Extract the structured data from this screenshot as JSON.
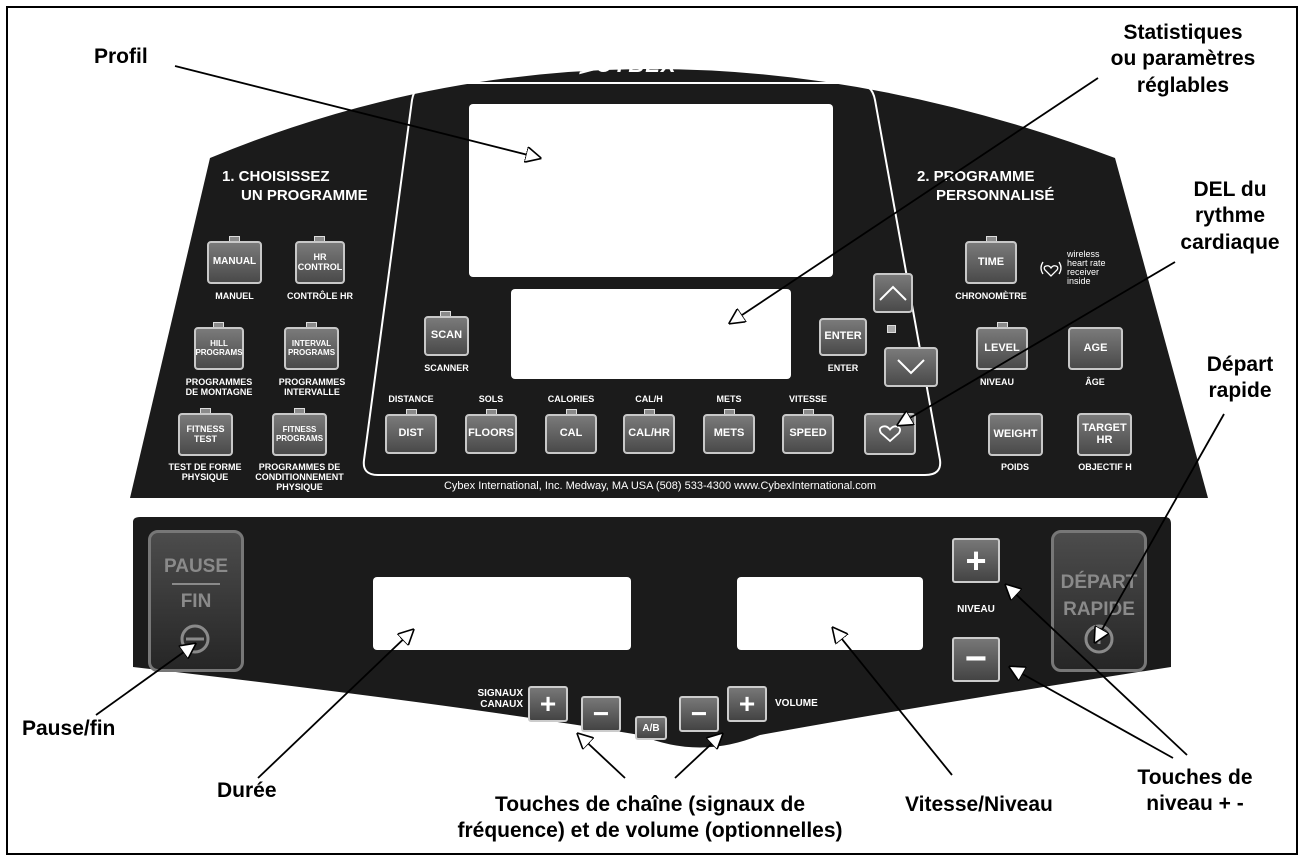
{
  "callouts": {
    "profil": "Profil",
    "statistiques": [
      "Statistiques",
      "ou paramètres",
      "réglables"
    ],
    "del": [
      "DEL du",
      "rythme",
      "cardiaque"
    ],
    "depart": [
      "Départ",
      "rapide"
    ],
    "pause": "Pause/fin",
    "duree": "Durée",
    "chaine": [
      "Touches de chaîne (signaux de",
      "fréquence) et de volume (optionnelles)"
    ],
    "vitesse": "Vitesse/Niveau",
    "touches_niveau": [
      "Touches de",
      "niveau + -"
    ]
  },
  "console": {
    "brand": "CYBEX",
    "step1": [
      "1.  CHOISISSEZ",
      "UN PROGRAMME"
    ],
    "step2": [
      "2.  PROGRAMME",
      "PERSONNALISÉ"
    ],
    "wireless": [
      "wireless",
      "heart rate",
      "receiver",
      "inside"
    ],
    "footer": "Cybex International, Inc.  Medway, MA  USA  (508) 533-4300   www.CybexInternational.com",
    "buttons": {
      "manual": "MANUAL",
      "hr_control": [
        "HR",
        "CONTROL"
      ],
      "hill": [
        "HILL",
        "PROGRAMS"
      ],
      "interval": [
        "INTERVAL",
        "PROGRAMS"
      ],
      "fitness_test": [
        "FITNESS",
        "TEST"
      ],
      "fitness_programs": [
        "FITNESS",
        "PROGRAMS"
      ],
      "scan": "SCAN",
      "enter": "ENTER",
      "dist": "DIST",
      "floors": "FLOORS",
      "cal": "CAL",
      "calhr": "CAL/HR",
      "mets": "METS",
      "speed": "SPEED",
      "time": "TIME",
      "level": "LEVEL",
      "age": "AGE",
      "weight": "WEIGHT",
      "target_hr": [
        "TARGET",
        "HR"
      ]
    },
    "labels": {
      "manuel": "MANUEL",
      "controle_hr": "CONTRÔLE HR",
      "prog_montagne": [
        "PROGRAMMES",
        "DE MONTAGNE"
      ],
      "prog_intervalle": [
        "PROGRAMMES",
        "INTERVALLE"
      ],
      "test_forme": [
        "TEST DE FORME",
        "PHYSIQUE"
      ],
      "prog_cond": [
        "PROGRAMMES DE",
        "CONDITIONNEMENT",
        "PHYSIQUE"
      ],
      "scanner": "SCANNER",
      "enter_fr": "ENTER",
      "distance": "DISTANCE",
      "sols": "SOLS",
      "calories": "CALORIES",
      "cal_h": "CAL/H",
      "mets": "METS",
      "vitesse": "VITESSE",
      "chronometre": "CHRONOMÈTRE",
      "niveau": "NIVEAU",
      "age_fr": "ÂGE",
      "poids": "POIDS",
      "objectif": "OBJECTIF H"
    }
  },
  "lower": {
    "pause": "PAUSE",
    "fin": "FIN",
    "depart": "DÉPART",
    "rapide": "RAPIDE",
    "niveau": "NIVEAU",
    "signaux": [
      "SIGNAUX",
      "CANAUX"
    ],
    "volume": "VOLUME",
    "ab": "A/B"
  }
}
